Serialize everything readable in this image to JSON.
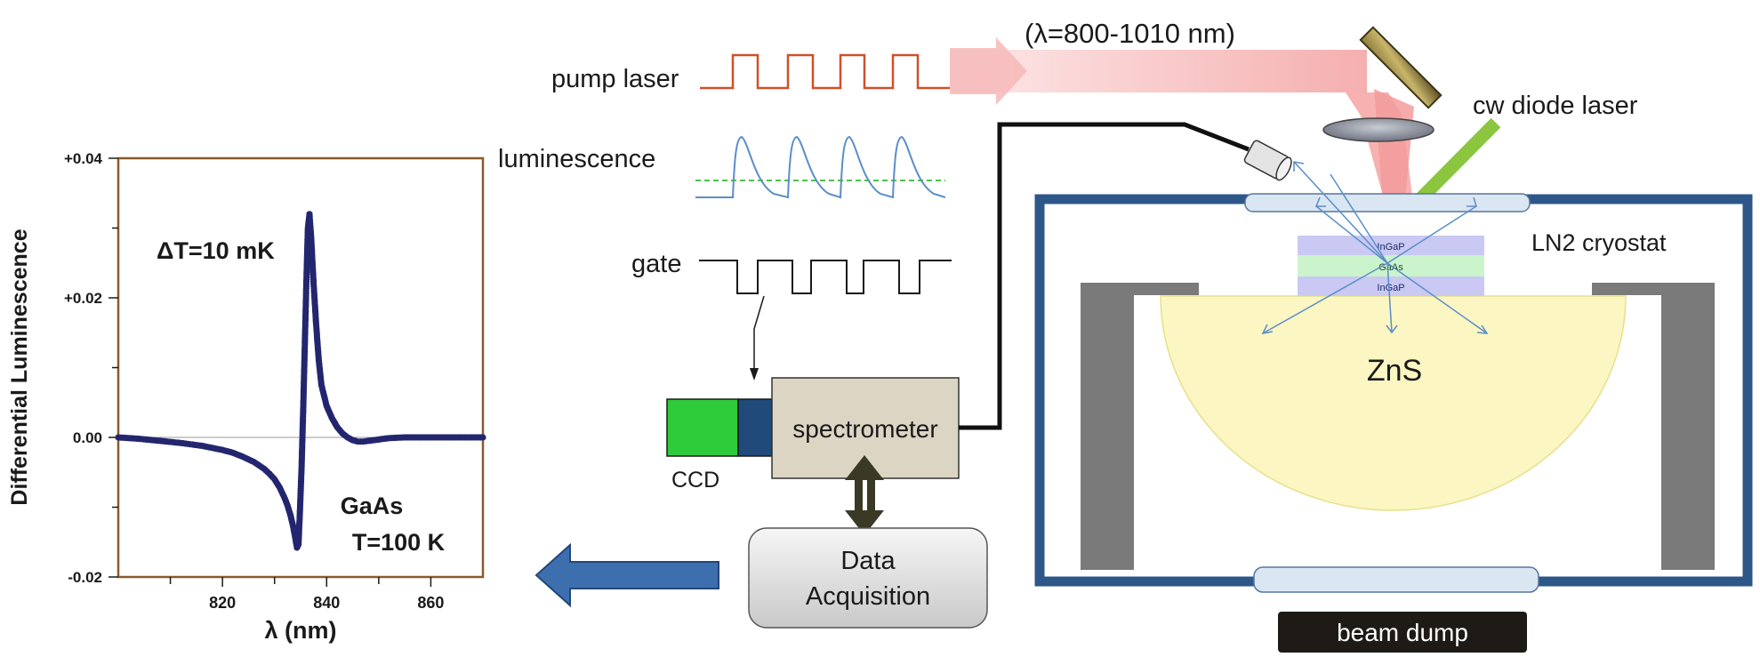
{
  "chart_data": {
    "type": "scatter",
    "title": "",
    "xlabel": "λ (nm)",
    "ylabel": "Differential Luminescence",
    "xlim": [
      800,
      870
    ],
    "ylim": [
      -0.02,
      0.04
    ],
    "x_ticks": [
      820,
      840,
      860
    ],
    "y_ticks": [
      "+0.04",
      "+0.02",
      "0.00",
      "-0.02"
    ],
    "y_tick_values": [
      0.04,
      0.02,
      0.0,
      -0.02
    ],
    "annotations": [
      "ΔT=10 mK",
      "GaAs",
      "T=100 K"
    ],
    "marker_color": "#23266e",
    "line_color": "#d0402a",
    "frame_color": "#8a5a2b",
    "series": [
      {
        "x": [
          800,
          804,
          808,
          812,
          816,
          820,
          822,
          824,
          826,
          828,
          829,
          830,
          831,
          832,
          832.5,
          833,
          833.5,
          834,
          834.3,
          834.6,
          834.9,
          835.2,
          835.5,
          835.8,
          836.1,
          836.4,
          836.7,
          837,
          837.5,
          838,
          838.5,
          839,
          840,
          841,
          842,
          843,
          844,
          845,
          846,
          847,
          848,
          850,
          852,
          855,
          858,
          862,
          866,
          870
        ],
        "y": [
          0.0,
          -0.0002,
          -0.0005,
          -0.0008,
          -0.0012,
          -0.0018,
          -0.0022,
          -0.0028,
          -0.0035,
          -0.0045,
          -0.0052,
          -0.006,
          -0.0072,
          -0.0088,
          -0.0098,
          -0.011,
          -0.0125,
          -0.0145,
          -0.0158,
          -0.0153,
          -0.01,
          -0.004,
          0.004,
          0.013,
          0.022,
          0.03,
          0.032,
          0.029,
          0.022,
          0.016,
          0.011,
          0.0075,
          0.0045,
          0.0028,
          0.0015,
          0.0006,
          0.0,
          -0.0004,
          -0.0006,
          -0.0006,
          -0.0005,
          -0.0003,
          -0.0001,
          0.0,
          0.0,
          0.0,
          0.0,
          0.0
        ]
      }
    ]
  },
  "diagram": {
    "wavelength_label": "(λ=800-1010 nm)",
    "signals": {
      "pump": "pump laser",
      "luminescence": "luminescence",
      "gate": "gate"
    },
    "detector": {
      "ccd": "CCD",
      "spectrometer": "spectrometer",
      "daq_line1": "Data",
      "daq_line2": "Acquisition"
    },
    "cryostat": {
      "label": "LN2 cryostat",
      "cw_laser": "cw diode laser",
      "layer_top": "InGaP",
      "layer_mid": "GaAs",
      "layer_bottom": "InGaP",
      "dome": "ZnS",
      "beam_dump": "beam dump"
    },
    "colors": {
      "pump_pulse": "#d0502a",
      "lum_pulse": "#5a8ec8",
      "lum_dashed": "#4cc24c",
      "ccd_green": "#2ecc3a",
      "ccd_blue": "#1f4a7a",
      "spectrometer": "#ddd5c4",
      "cryostat_frame": "#2e5789",
      "beam_pink": "#f6b8b8",
      "cw_green": "#8cc63f",
      "arrow_blue": "#3d6fae",
      "window": "#dbe6f3",
      "dome": "#fbf6c2",
      "ingap": "#c9c9f3",
      "gaas": "#cbf3cc"
    }
  }
}
